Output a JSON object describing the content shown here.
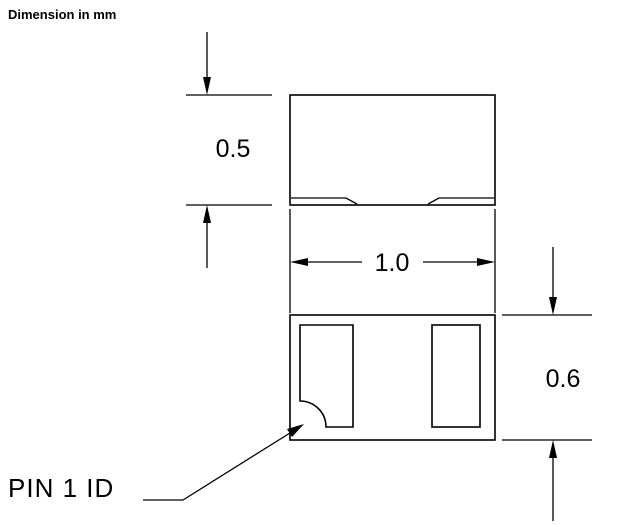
{
  "title": "Dimension in mm",
  "drawing": {
    "side_view": {
      "height_label": "0.5",
      "width_label": "1.0"
    },
    "bottom_view": {
      "height_label": "0.6"
    },
    "pin1": {
      "label": "PIN 1 ID"
    }
  }
}
